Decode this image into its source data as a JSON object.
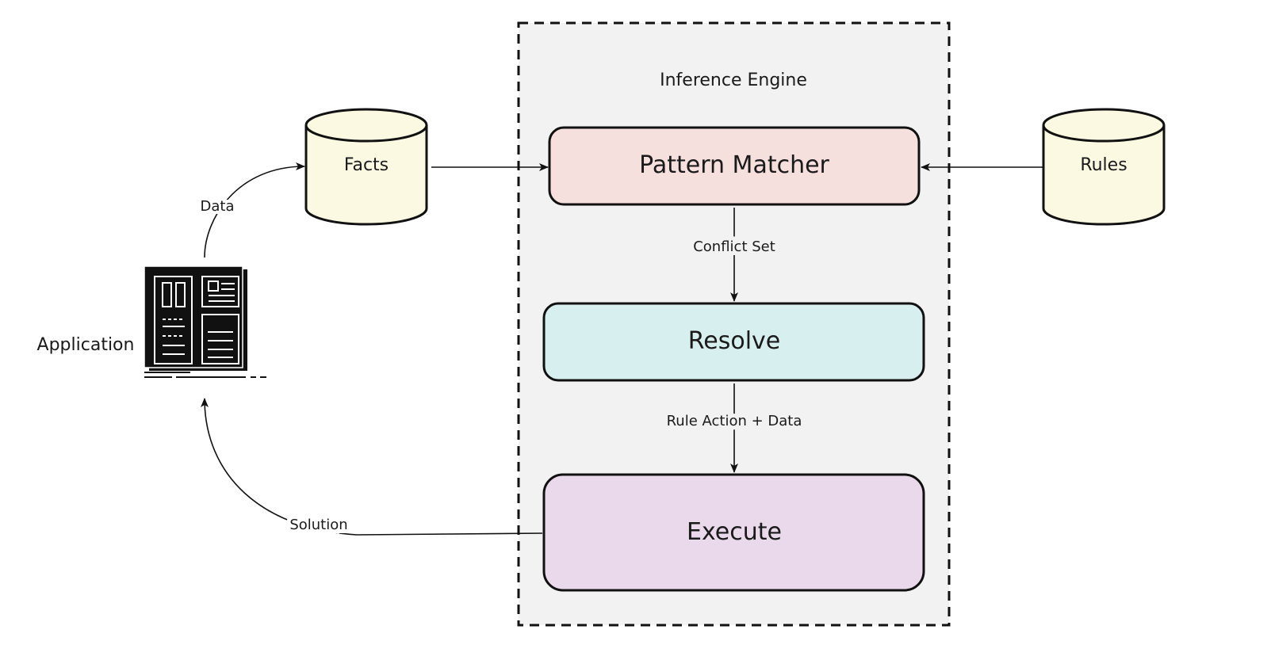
{
  "engine": {
    "title": "Inference Engine"
  },
  "nodes": {
    "pattern_matcher": {
      "label": "Pattern Matcher",
      "color": "#f6e0de"
    },
    "resolve": {
      "label": "Resolve",
      "color": "#d8efef"
    },
    "execute": {
      "label": "Execute",
      "color": "#ead9ea"
    }
  },
  "stores": {
    "facts": {
      "label": "Facts",
      "color": "#fbf9e2"
    },
    "rules": {
      "label": "Rules",
      "color": "#fbf9e2"
    }
  },
  "application": {
    "label": "Application",
    "icon": "application-window-icon"
  },
  "edges": {
    "data": "Data",
    "conflict_set": "Conflict Set",
    "rule_action_data": "Rule Action + Data",
    "solution": "Solution"
  },
  "colors": {
    "engine_background": "#f2f2f2",
    "stroke": "#111111"
  }
}
